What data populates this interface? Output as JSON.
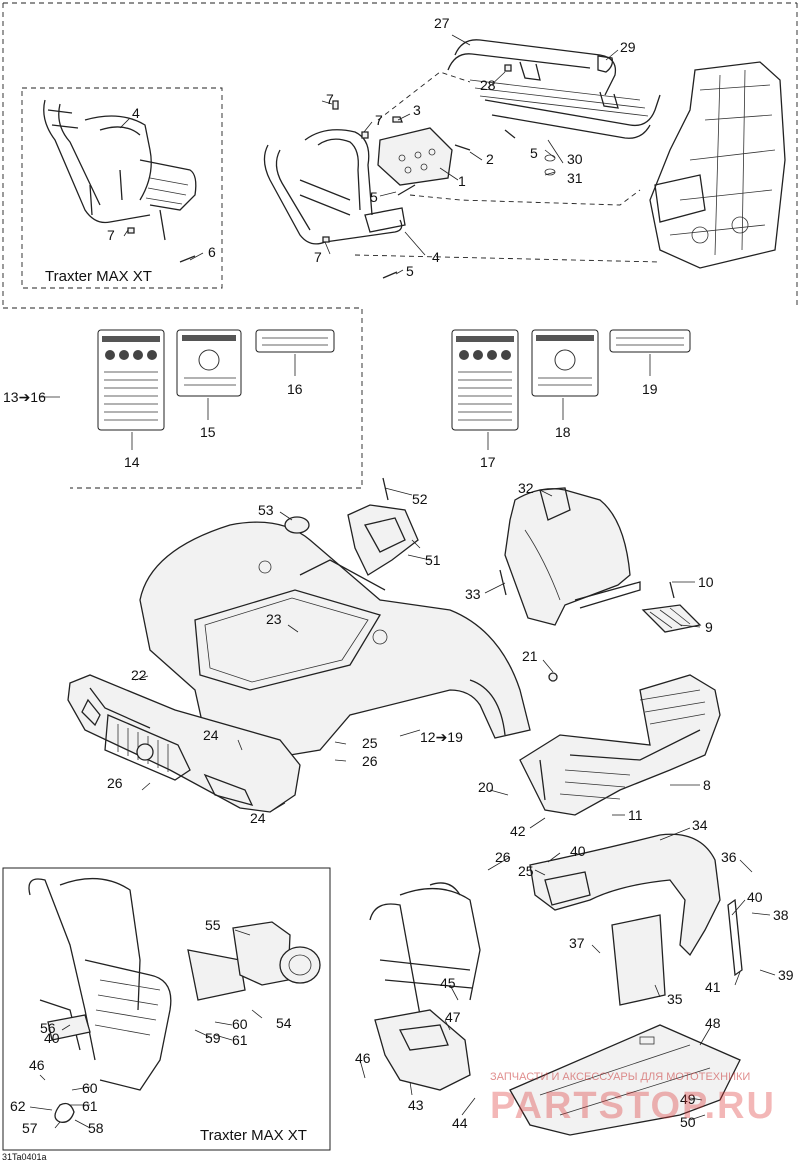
{
  "diagram": {
    "callouts": [
      "1",
      "2",
      "3",
      "4",
      "5",
      "6",
      "7",
      "8",
      "9",
      "10",
      "11",
      "12",
      "13",
      "14",
      "15",
      "16",
      "17",
      "18",
      "19",
      "20",
      "21",
      "22",
      "23",
      "24",
      "25",
      "26",
      "27",
      "28",
      "29",
      "30",
      "31",
      "32",
      "33",
      "34",
      "35",
      "36",
      "37",
      "38",
      "39",
      "40",
      "41",
      "42",
      "43",
      "44",
      "45",
      "46",
      "47",
      "48",
      "49",
      "50",
      "51",
      "52",
      "53",
      "54",
      "55",
      "56",
      "57",
      "58",
      "59",
      "60",
      "61",
      "62"
    ],
    "range_labels": {
      "r13_16": "13➔16",
      "r12_19": "12➔19"
    },
    "inset_titles": {
      "top_left": "Traxter MAX XT",
      "bottom_left": "Traxter MAX XT"
    },
    "corner_code": "31Ta0401a",
    "watermark": {
      "line1": "ЗАПЧАСТИ И АКСЕССУАРЫ ДЛЯ МОТОТЕХНИКИ",
      "line2": "PARTSTOP.RU"
    }
  }
}
